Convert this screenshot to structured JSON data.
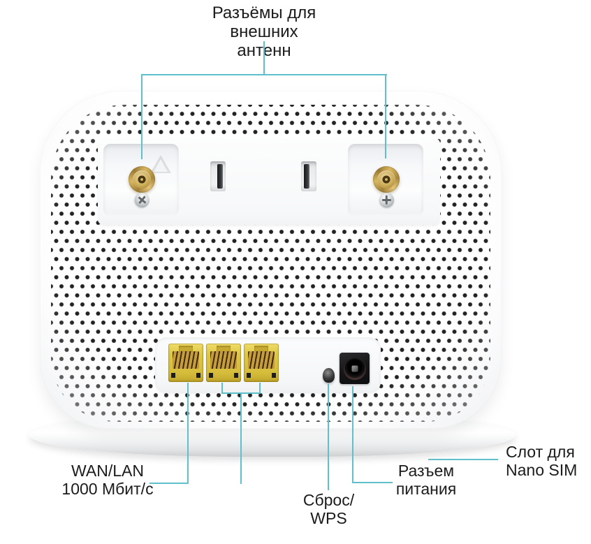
{
  "labels": {
    "antennas": {
      "line1": "Разъёмы для внешних",
      "line2": "антенн"
    },
    "wan": {
      "line1": "WAN/LAN",
      "line2": "1000 Мбит/с"
    },
    "reset": {
      "line1": "Сброс/",
      "line2": "WPS"
    },
    "power": {
      "line1": "Разъем",
      "line2": "питания"
    },
    "sim": {
      "line1": "Слот для",
      "line2": "Nano SIM"
    }
  },
  "colors": {
    "leader_line": "#5fc0cb",
    "label_text": "#1b1b1b",
    "ethernet_port_yellow": "#ddc643",
    "antenna_connector_gold": "#c8a54f",
    "device_body": "#ffffff"
  },
  "components": {
    "antenna_connector_count": 2,
    "wall_mount_slot_count": 2,
    "ethernet_port_count": 3,
    "reset_wps_button_count": 1,
    "power_jack_count": 1
  }
}
